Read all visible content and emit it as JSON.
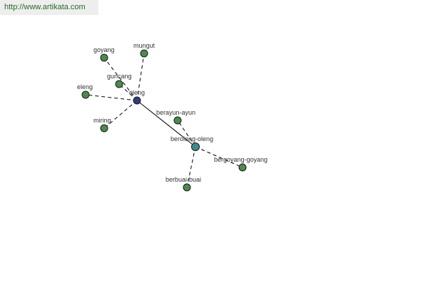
{
  "header": {
    "url": "http://www.artikata.com"
  },
  "colors": {
    "leaf_node": "#4e8a4e",
    "center_node": "#2e3f7a",
    "hub_node": "#3f8a8a",
    "url_text": "#2a6a2a"
  },
  "graph": {
    "nodes": [
      {
        "id": "oleng",
        "label": "oleng",
        "kind": "center"
      },
      {
        "id": "goyang",
        "label": "goyang",
        "kind": "leaf"
      },
      {
        "id": "mungut",
        "label": "mungut",
        "kind": "leaf"
      },
      {
        "id": "guncang",
        "label": "guncang",
        "kind": "leaf"
      },
      {
        "id": "eleng",
        "label": "eleng",
        "kind": "leaf"
      },
      {
        "id": "miring",
        "label": "miring",
        "kind": "leaf"
      },
      {
        "id": "berayun-ayun",
        "label": "berayun-ayun",
        "kind": "leaf"
      },
      {
        "id": "beroleng-oleng",
        "label": "beroleng-oleng",
        "kind": "hub"
      },
      {
        "id": "bergoyang-goyang",
        "label": "bergoyang-goyang",
        "kind": "leaf"
      },
      {
        "id": "berbuai-buai",
        "label": "berbuai-buai",
        "kind": "leaf"
      }
    ],
    "edges": [
      {
        "from": "oleng",
        "to": "goyang",
        "style": "dashed"
      },
      {
        "from": "oleng",
        "to": "mungut",
        "style": "dashed"
      },
      {
        "from": "oleng",
        "to": "guncang",
        "style": "dashed"
      },
      {
        "from": "oleng",
        "to": "eleng",
        "style": "dashed"
      },
      {
        "from": "oleng",
        "to": "miring",
        "style": "dashed"
      },
      {
        "from": "oleng",
        "to": "beroleng-oleng",
        "style": "solid"
      },
      {
        "from": "beroleng-oleng",
        "to": "berayun-ayun",
        "style": "dashed"
      },
      {
        "from": "beroleng-oleng",
        "to": "bergoyang-goyang",
        "style": "dashed"
      },
      {
        "from": "beroleng-oleng",
        "to": "berbuai-buai",
        "style": "dashed"
      }
    ]
  }
}
